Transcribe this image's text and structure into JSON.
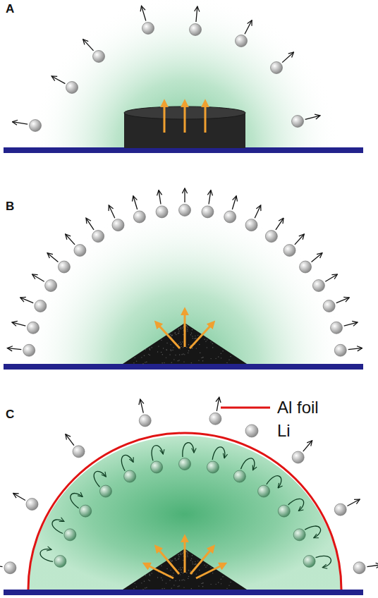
{
  "diagram": {
    "labels": [
      "A",
      "B",
      "C"
    ],
    "legend": [
      {
        "text": "Al foil"
      },
      {
        "text": "Li"
      }
    ]
  }
}
